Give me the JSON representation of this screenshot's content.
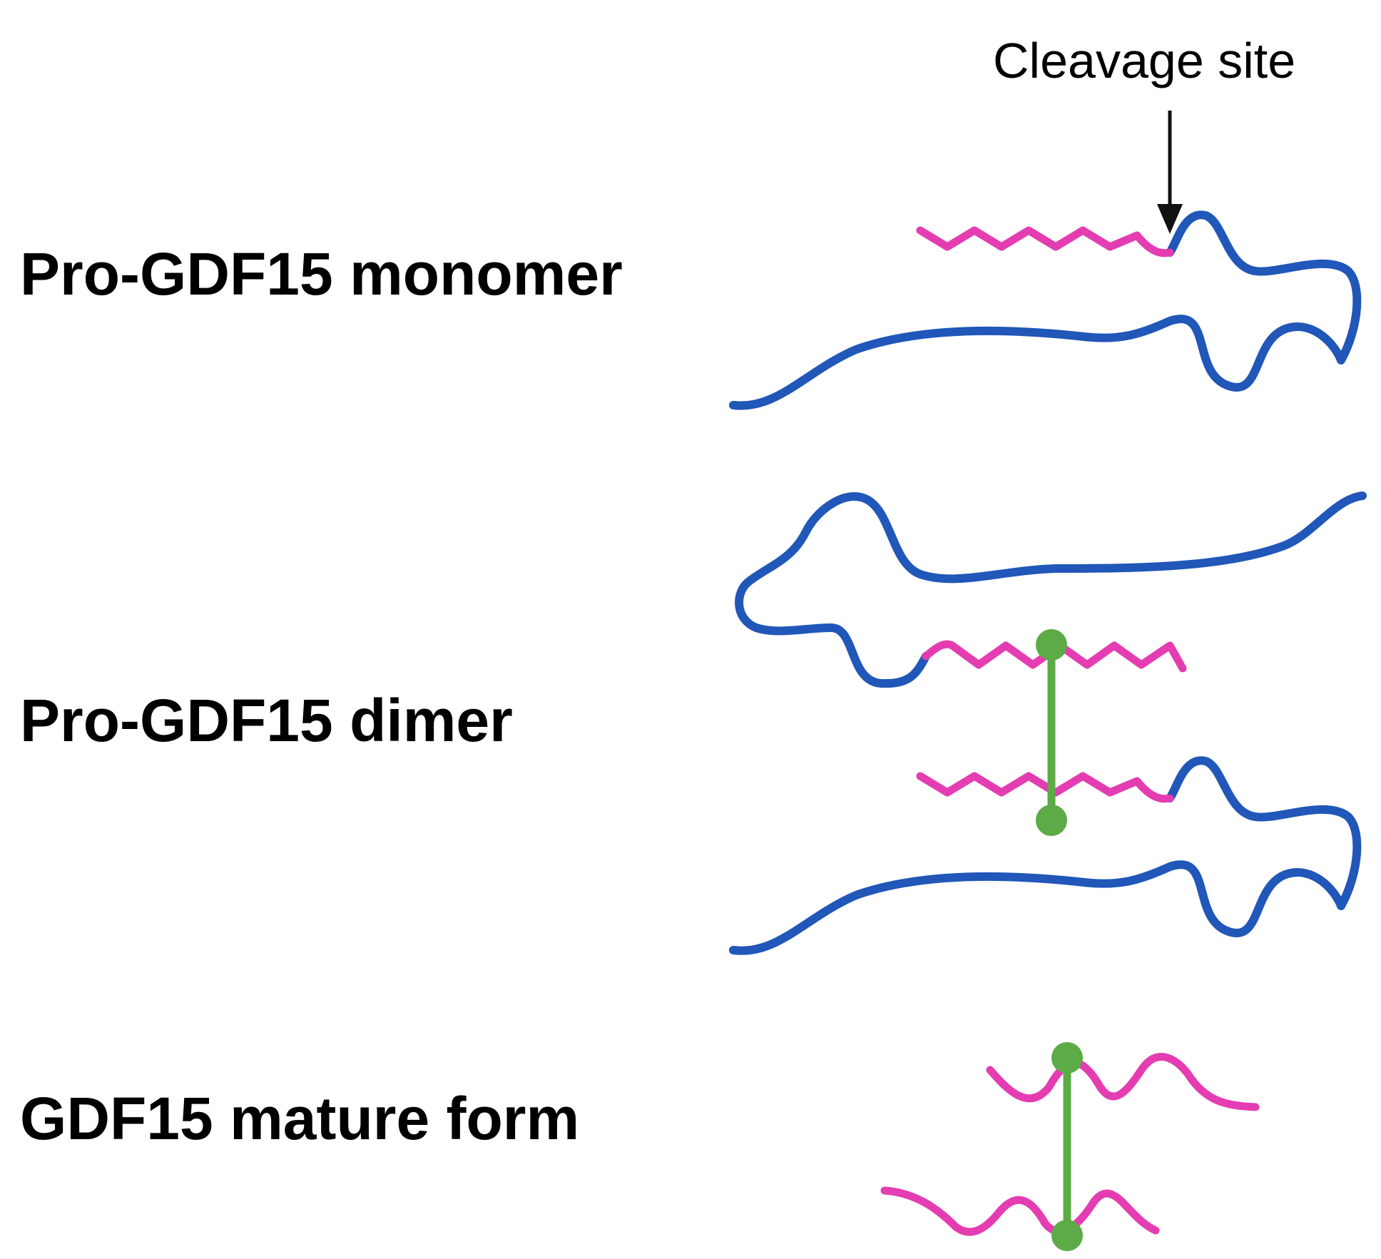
{
  "labels": {
    "monomer": "Pro-GDF15 monomer",
    "dimer": "Pro-GDF15 dimer",
    "mature": "GDF15 mature form",
    "cleavage_site": "Cleavage site"
  },
  "colors": {
    "prodomain": "#2057b8",
    "mature_domain": "#e43db2",
    "disulfide_bond": "#5cab46",
    "arrow": "#111111",
    "text": "#000000"
  }
}
